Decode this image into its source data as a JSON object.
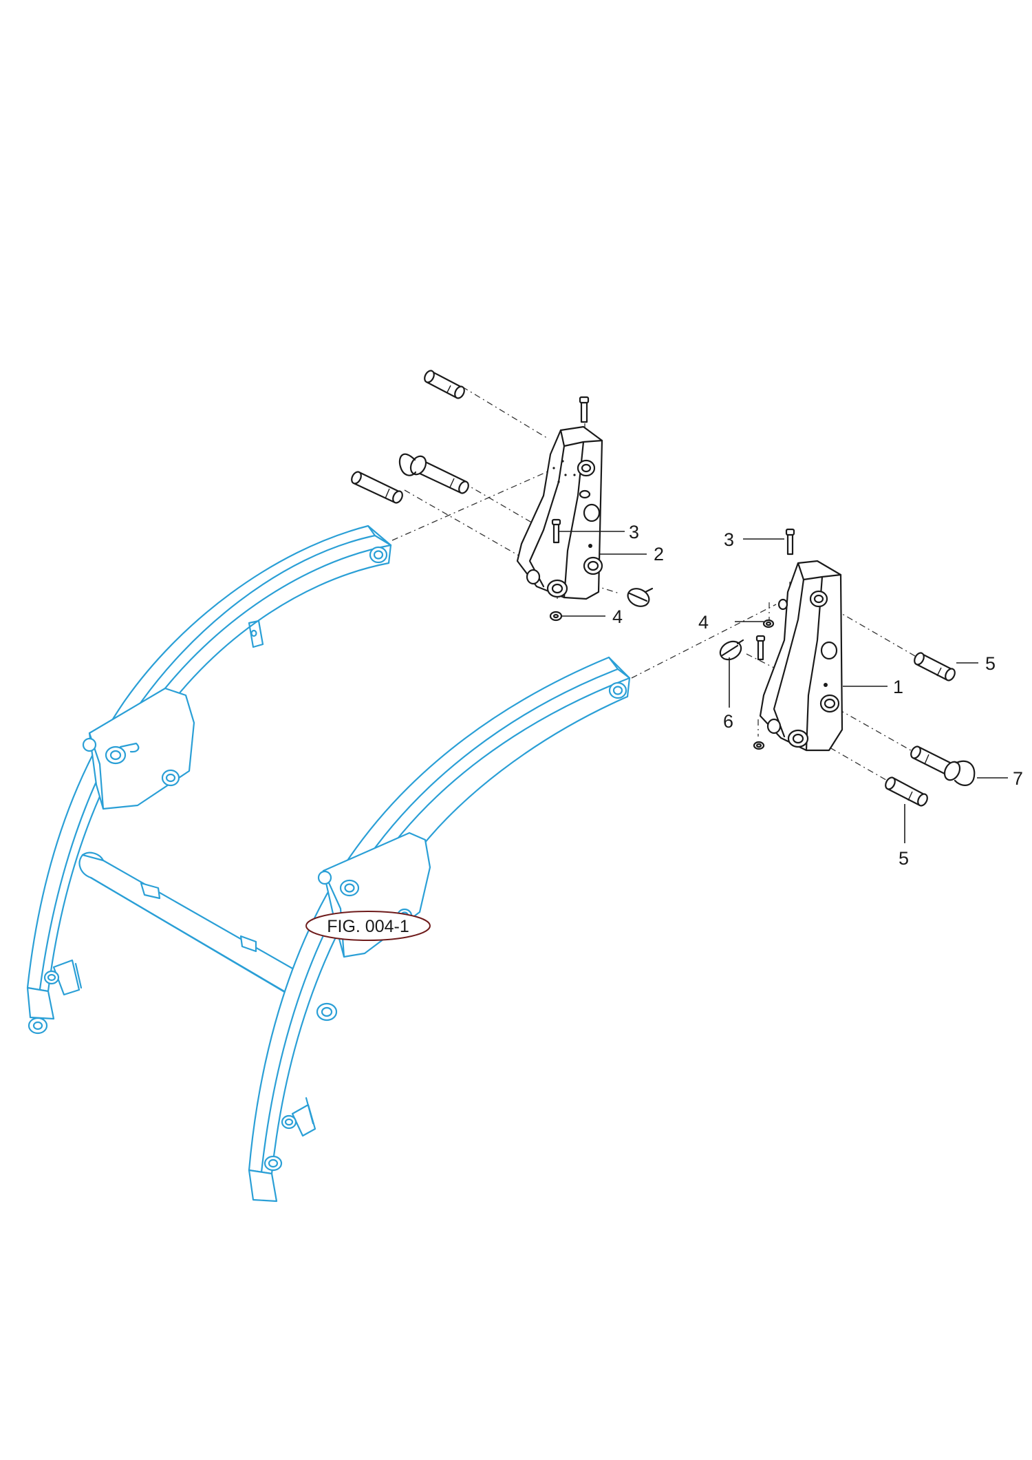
{
  "figure_reference": "FIG. 004-1",
  "callouts": {
    "left_bracket_part": "2",
    "left_bolt": "3",
    "left_nut": "4",
    "right_bracket_part": "1",
    "right_bolt": "3",
    "right_nut": "4",
    "right_upper_pin": "5",
    "right_lower_pin": "5",
    "clip": "6",
    "lock_pin": "7"
  },
  "colors": {
    "frame_line": "#2a9fd6",
    "part_line": "#1a1a1a",
    "background": "#ffffff"
  }
}
